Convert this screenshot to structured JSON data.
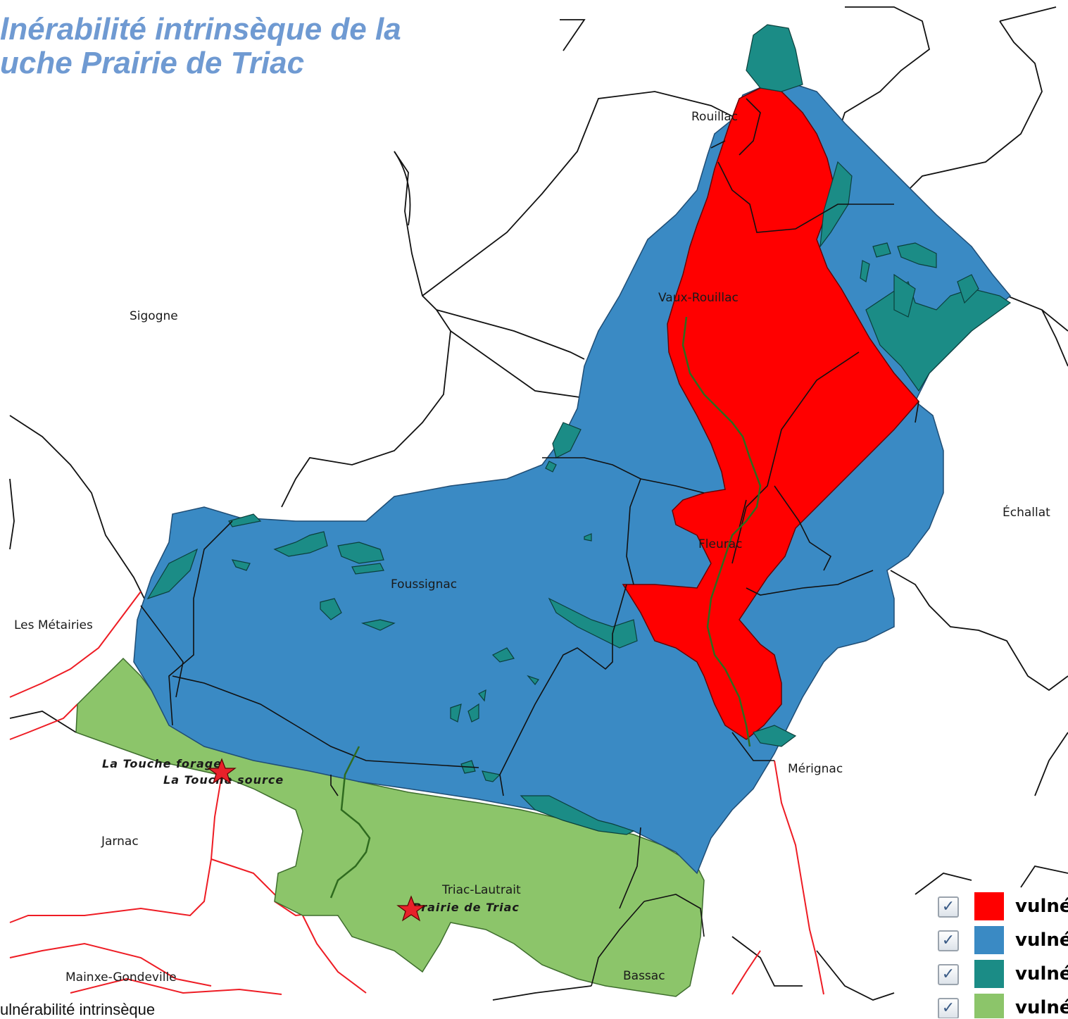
{
  "title": {
    "line1": "lnérabilité intrinsèque de la",
    "line2": "uche Prairie de Triac"
  },
  "caption": "ulnérabilité intrinsèque",
  "places": [
    {
      "id": "rouillac",
      "label": "Rouillac"
    },
    {
      "id": "vaux-rouillac",
      "label": "Vaux-Rouillac"
    },
    {
      "id": "sigogne",
      "label": "Sigogne"
    },
    {
      "id": "echallat",
      "label": "Échallat"
    },
    {
      "id": "fleurac",
      "label": "Fleurac"
    },
    {
      "id": "foussignac",
      "label": "Foussignac"
    },
    {
      "id": "les-metairies",
      "label": "Les Métairies"
    },
    {
      "id": "merignac",
      "label": "Mérignac"
    },
    {
      "id": "jarnac",
      "label": "Jarnac"
    },
    {
      "id": "triac-lautrait",
      "label": "Triac-Lautrait"
    },
    {
      "id": "mainxe-gondeville",
      "label": "Mainxe-Gondeville"
    },
    {
      "id": "bassac",
      "label": "Bassac"
    }
  ],
  "sites": [
    {
      "id": "la-touche-forage",
      "label": "La Touche forage"
    },
    {
      "id": "la-touche-source",
      "label": "La Touche source"
    },
    {
      "id": "prairie-de-triac",
      "label": "Prairie de Triac"
    }
  ],
  "legend": {
    "items": [
      {
        "label": "vulné",
        "color": "#ff0000",
        "checked": true
      },
      {
        "label": "vulné",
        "color": "#3a8ac4",
        "checked": true
      },
      {
        "label": "vulné",
        "color": "#1b8c86",
        "checked": true
      },
      {
        "label": "vulné",
        "color": "#8cc56a",
        "checked": true
      }
    ],
    "check_glyph": "✓"
  },
  "colors": {
    "zone_red": "#ff0000",
    "zone_blue": "#3a8ac4",
    "zone_teal": "#1b8c86",
    "zone_green": "#8cc56a",
    "road_red": "#ee1c24",
    "river": "#2f6b1f",
    "boundary": "#111111",
    "title": "#6f9ad2"
  }
}
